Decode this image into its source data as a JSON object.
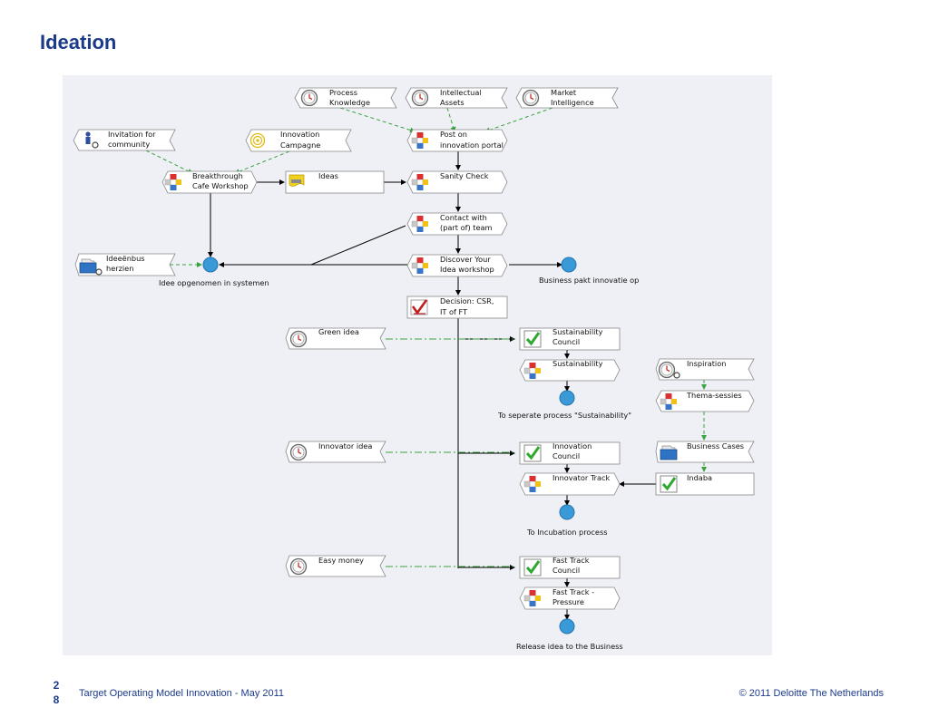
{
  "title": "Ideation",
  "footer": {
    "page_number": "28",
    "page_digit_1": "2",
    "page_digit_2": "8",
    "left_text": "Target Operating Model Innovation - May 2011",
    "right_text": "© 2011 Deloitte The Netherlands"
  },
  "colors": {
    "title": "#1b3a8a",
    "canvas_bg": "#eef0f6",
    "dashed_connector": "#3aa23a",
    "event_circle": "#3a9ad8",
    "check": "#2fa82f"
  },
  "nodes": {
    "process_knowledge": {
      "line1": "Process",
      "line2": "Knowledge",
      "icon": "clock-icon"
    },
    "intellectual_assets": {
      "line1": "Intellectual",
      "line2": "Assets",
      "icon": "clock-icon"
    },
    "market_intelligence": {
      "line1": "Market",
      "line2": "Intelligence",
      "icon": "clock-icon"
    },
    "invitation": {
      "line1": "Invitation for",
      "line2": "community",
      "icon": "person-icon"
    },
    "innovation_campagne": {
      "line1": "Innovation",
      "line2": "Campagne",
      "icon": "swirl-icon"
    },
    "post_portal": {
      "line1": "Post on",
      "line2": "innovation portal",
      "icon": "function-icon"
    },
    "breakthrough": {
      "line1": "Breakthrough",
      "line2": "Cafe Workshop",
      "icon": "function-icon"
    },
    "ideas": {
      "line1": "Ideas",
      "icon": "document-icon"
    },
    "sanity_check": {
      "line1": "Sanity Check",
      "icon": "function-icon"
    },
    "contact_team": {
      "line1": "Contact with",
      "line2": "(part of) team",
      "icon": "function-icon"
    },
    "ideeenbus": {
      "line1": "Ideeënbus",
      "line2": "herzien",
      "icon": "folder-icon"
    },
    "discover": {
      "line1": "Discover Your",
      "line2": "Idea workshop",
      "icon": "function-icon"
    },
    "decision": {
      "line1": "Decision: CSR,",
      "line2": "IT of FT",
      "icon": "decision-check-icon"
    },
    "green_idea": {
      "line1": "Green idea",
      "icon": "clock-icon"
    },
    "sustainability_council": {
      "line1": "Sustainability",
      "line2": "Council",
      "icon": "check-icon"
    },
    "sustainability": {
      "line1": "Sustainability",
      "icon": "function-icon"
    },
    "inspiration": {
      "line1": "Inspiration",
      "icon": "clock-icon"
    },
    "thema_sessies": {
      "line1": "Thema-sessies",
      "icon": "function-icon"
    },
    "innovator_idea": {
      "line1": "Innovator idea",
      "icon": "clock-icon"
    },
    "innovation_council": {
      "line1": "Innovation",
      "line2": "Council",
      "icon": "check-icon"
    },
    "business_cases": {
      "line1": "Business Cases",
      "icon": "folder-icon"
    },
    "innovator_track": {
      "line1": "Innovator Track",
      "icon": "function-icon"
    },
    "indaba": {
      "line1": "Indaba",
      "icon": "check-icon"
    },
    "easy_money": {
      "line1": "Easy money",
      "icon": "clock-icon"
    },
    "fast_track_council": {
      "line1": "Fast Track",
      "line2": "Council",
      "icon": "check-icon"
    },
    "fast_track_pressure": {
      "line1": "Fast Track -",
      "line2": "Pressure",
      "icon": "function-icon"
    }
  },
  "events": {
    "idee_opgenomen": "Idee opgenomen in systemen",
    "business_pakt": "Business pakt innovatie op",
    "separate_process": "To seperate process \"Sustainability\"",
    "incubation": "To Incubation process",
    "release": "Release idea to the Business"
  }
}
